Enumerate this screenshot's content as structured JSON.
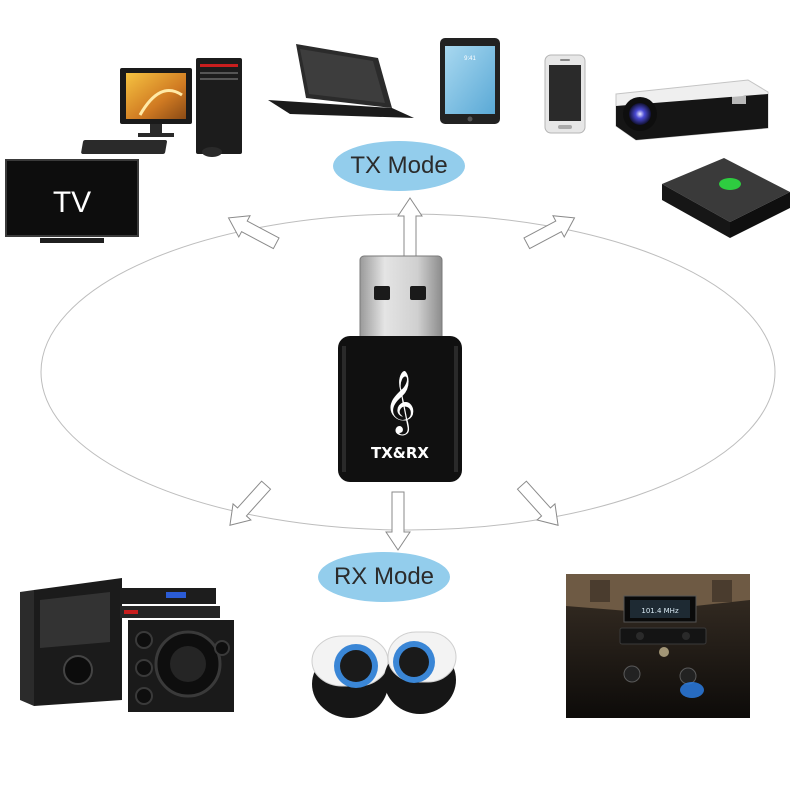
{
  "diagram": {
    "tx_mode_label": "TX Mode",
    "rx_mode_label": "RX Mode",
    "adapter_label": "TX&RX",
    "tv_label": "TV",
    "tablet_time": "9:41",
    "car_display_text": "101.4 MHz",
    "colors": {
      "bubble": "#93cdec",
      "adapter_body": "#111111",
      "adapter_metal": "#c9c9c9",
      "speaker_ring": "#3a86d6",
      "console_light": "#2ecc40"
    },
    "tx_devices": [
      "desktop-computer",
      "laptop",
      "tablet",
      "smartphone",
      "projector",
      "game-console",
      "tv"
    ],
    "rx_devices": [
      "hifi-stereo-system",
      "desktop-speakers",
      "car-stereo"
    ]
  }
}
